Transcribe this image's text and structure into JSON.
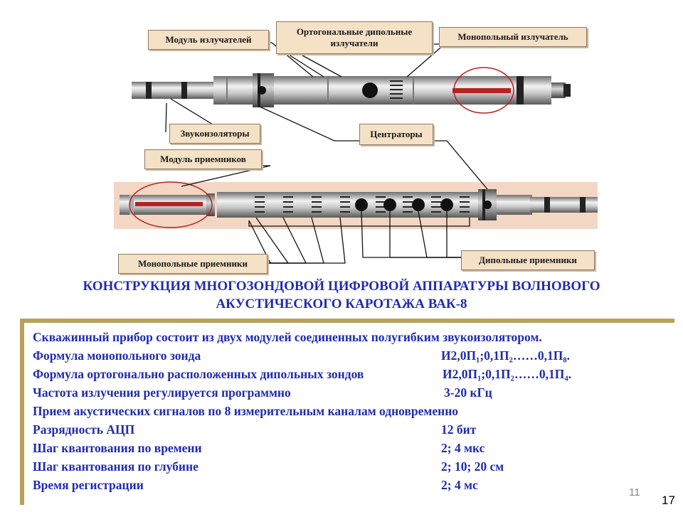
{
  "labels": {
    "emitters_module": "Модуль излучателей",
    "orthogonal_dipole_emitters": "Ортогональные дипольные излучатели",
    "monopole_emitter": "Монопольный излучатель",
    "sound_isolators": "Звукоизоляторы",
    "centralizers": "Центраторы",
    "receivers_module": "Модуль приемников",
    "monopole_receivers": "Монопольные приемники",
    "dipole_receivers": "Дипольные приемники"
  },
  "title": {
    "line1": "КОНСТРУКЦИЯ МНОГОЗОНДОВОЙ ЦИФРОВОЙ АППАРАТУРЫ ВОЛНОВОГО",
    "line2": "АКУСТИЧЕСКОГО КАРОТАЖА ВАК-8"
  },
  "specs": [
    {
      "text": "Скважинный прибор состоит из двух модулей соединенных полугибким звукоизолятором.",
      "value": ""
    },
    {
      "text": "Формула монопольного зонда",
      "value": "И2,0П₁;0,1П₂……0,1П₈."
    },
    {
      "text": "Формула ортогонально расположенных дипольных зондов",
      "value": "И2,0П₁;0,1П₂……0,1П₄."
    },
    {
      "text": "Частота излучения регулируется программно",
      "value": "3-20 кГц"
    },
    {
      "text": "Прием акустических сигналов по 8 измерительным каналам одновременно",
      "value": ""
    },
    {
      "text": "Разрядность АЦП",
      "value": "12 бит"
    },
    {
      "text": "Шаг квантования по времени",
      "value": "2; 4 мкс"
    },
    {
      "text": "Шаг квантования по глубине",
      "value": "2; 10; 20 см"
    },
    {
      "text": "Время регистрации",
      "value": "2; 4 мс"
    }
  ],
  "page_number": "17",
  "page_number_ghost": "11",
  "colors": {
    "label_bg": "#f5e1c6",
    "title": "#1f2bb0",
    "panel_border": "#b8a15a",
    "emitter_red": "#b52222",
    "receiver_bg": "#f3d6c4"
  }
}
